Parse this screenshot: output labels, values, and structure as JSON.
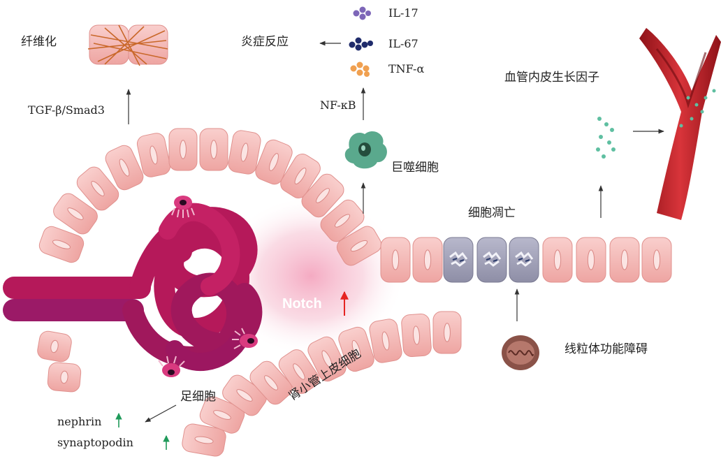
{
  "labels": {
    "fibrosis": "纤维化",
    "inflammation": "炎症反应",
    "il17": "IL-17",
    "il67": "IL-67",
    "tnf": "TNF-α",
    "tgf": "TGF-β/Smad3",
    "nfkb": "NF-κB",
    "macrophage": "巨噬细胞",
    "vegf": "血管内皮生长因子",
    "apoptosis": "细胞凋亡",
    "mito": "线粒体功能障碍",
    "notch": "Notch",
    "podocyte": "足细胞",
    "nephrin": "nephrin",
    "synaptopodin": "synaptopodin",
    "tubule": "肾小管上皮细胞"
  },
  "colors": {
    "cell_fill": "#f4b3b0",
    "cell_stroke": "#e0918e",
    "apoptotic_cell": "#9b9bb1",
    "glomerulus": "#b5195a",
    "macrophage": "#5aa98d",
    "vessel": "#c0262d",
    "notch_arrow": "#e52421",
    "up_arrow_green": "#1f9a5a",
    "il17_dot": "#7d66b8",
    "il67_dot": "#1f2b6b",
    "tnf_dot": "#f0a050",
    "vegf_dot": "#5fbfa1"
  }
}
